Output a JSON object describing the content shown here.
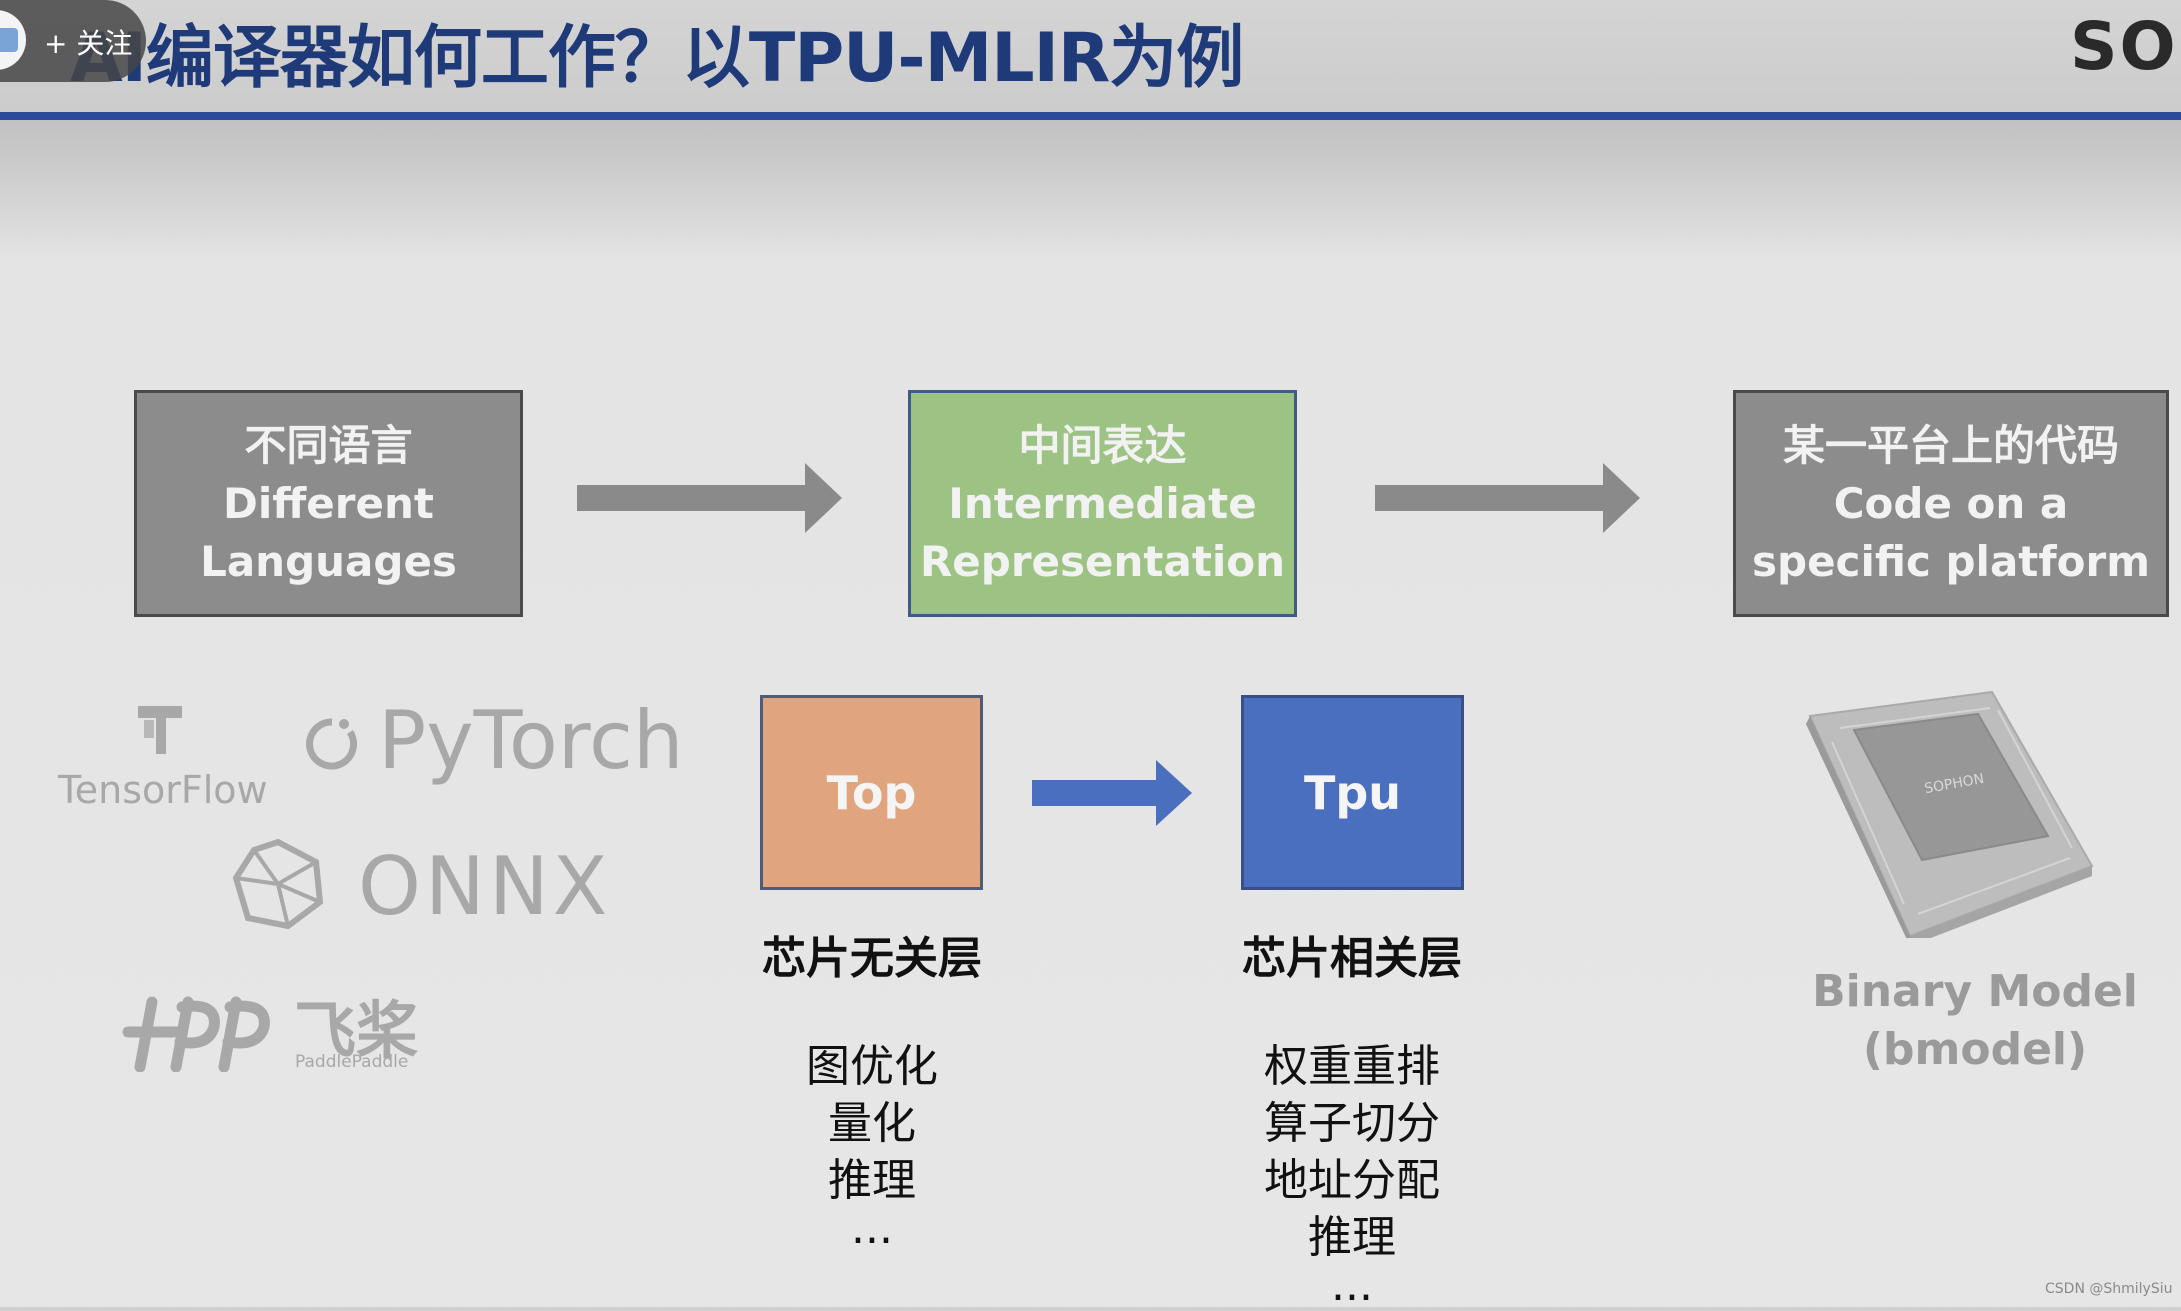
{
  "header": {
    "title": "AI编译器如何工作？以TPU-MLIR为例",
    "follow_label": "+ 关注",
    "brand": "SOP"
  },
  "flow": {
    "source_box": {
      "zh": "不同语言",
      "en_line1": "Different",
      "en_line2": "Languages"
    },
    "ir_box": {
      "zh": "中间表达",
      "en_line1": "Intermediate",
      "en_line2": "Representation"
    },
    "target_box": {
      "zh": "某一平台上的代码",
      "en_line1": "Code on a",
      "en_line2": "specific platform"
    }
  },
  "frameworks": {
    "tensorflow": "TensorFlow",
    "pytorch": "PyTorch",
    "onnx": "ONNX",
    "paddle_zh": "飞桨",
    "paddle_en": "PaddlePaddle"
  },
  "dialects": {
    "top": {
      "label": "Top",
      "layer_title": "芯片无关层",
      "items": [
        "图优化",
        "量化",
        "推理",
        "..."
      ]
    },
    "tpu": {
      "label": "Tpu",
      "layer_title": "芯片相关层",
      "items": [
        "权重重排",
        "算子切分",
        "地址分配",
        "推理",
        "..."
      ]
    }
  },
  "output": {
    "chip_brand": "SOPHON",
    "line1": "Binary Model",
    "line2": "(bmodel)"
  },
  "watermark": "CSDN @ShmilySiu",
  "colors": {
    "title": "#1f3a78",
    "rule": "#2b4a9a",
    "gray_box": "#8c8c8c",
    "ir_box": "#9dc384",
    "top_box": "#e0a57e",
    "tpu_box": "#4a6fbf",
    "gray_arrow": "#8a8a8a",
    "blue_arrow": "#4a6fbf"
  }
}
